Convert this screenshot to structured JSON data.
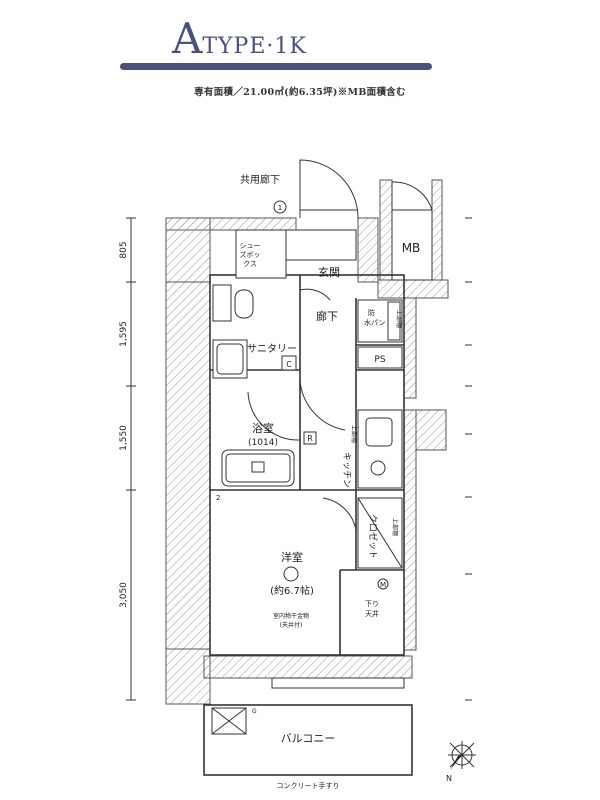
{
  "header": {
    "type_letter": "A",
    "type_rest": "TYPE·1K",
    "area_note": "専有面積／21.00㎡(約6.35坪)※MB面積含む"
  },
  "plan": {
    "corridor": "共用廊下",
    "mb": "MB",
    "shoe_box_1": "シュー",
    "shoe_box_2": "ズボッ",
    "shoe_box_3": "クス",
    "entrance": "玄関",
    "hallway": "廊下",
    "washer_1": "防",
    "washer_2": "水パン",
    "ps": "PS",
    "sanitary": "サニタリー",
    "bath": "浴室",
    "bath_size": "(1014)",
    "kitchen": "キッチン",
    "closet": "クロゼット",
    "upper_shelf": "上部棚",
    "western_room": "洋室",
    "western_size": "(約6.7帖)",
    "drying_1": "室内物干金物",
    "drying_2": "(天井付)",
    "lowered_ceiling_1": "下り",
    "lowered_ceiling_2": "天井",
    "balcony": "バルコニー",
    "railing": "コンクリート手すり",
    "mark_c": "C",
    "mark_r": "R",
    "mark_m": "M",
    "mark_1": "1",
    "mark_2": "2",
    "mark_g": "G",
    "north": "N"
  },
  "dimensions": {
    "d1": "805",
    "d2": "1,595",
    "d3": "1,550",
    "d4": "3,050"
  }
}
